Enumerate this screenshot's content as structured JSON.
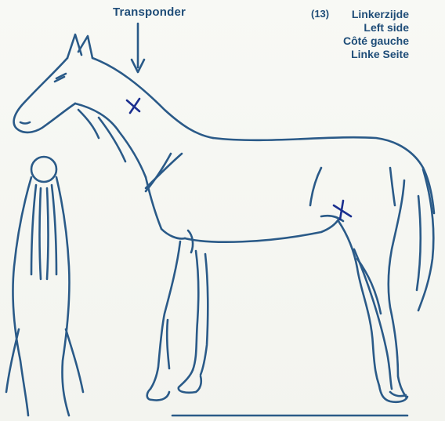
{
  "annotations": {
    "transponder_label": "Transponder",
    "page_number": "(13)",
    "side_labels": [
      "Linkerzijde",
      "Left side",
      "Côté gauche",
      "Linke Seite"
    ]
  },
  "colors": {
    "ink": "#1f4d78",
    "marker": "#1b2f8f",
    "paper": "#f6f7f3"
  },
  "marks": [
    {
      "name": "transponder-mark",
      "symbol": "x",
      "location": "left neck"
    },
    {
      "name": "stifle-mark",
      "symbol": "x",
      "location": "left hind flank"
    }
  ]
}
